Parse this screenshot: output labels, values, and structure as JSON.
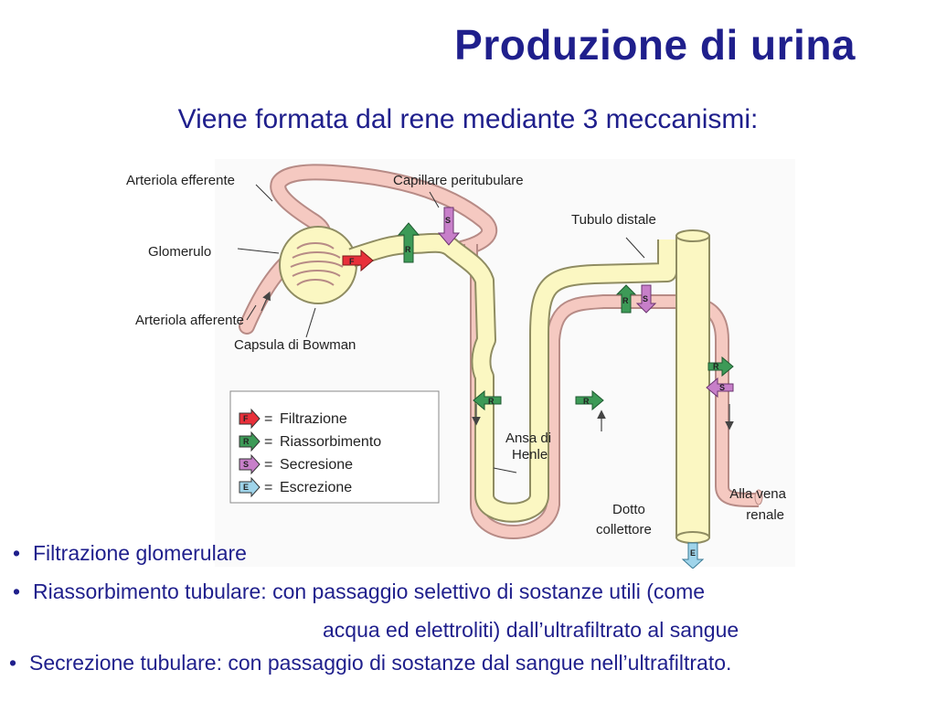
{
  "title": "Produzione di urina",
  "subtitle": "Viene formata dal rene mediante 3 meccanismi:",
  "diagram": {
    "labels": {
      "arteriola_efferente": "Arteriola efferente",
      "capillare_peritubulare": "Capillare peritubulare",
      "tubulo_distale": "Tubulo distale",
      "glomerulo": "Glomerulo",
      "arteriola_afferente": "Arteriola afferente",
      "capsula_bowman": "Capsula di Bowman",
      "ansa_henle_1": "Ansa di",
      "ansa_henle_2": "Henle",
      "dotto_1": "Dotto",
      "dotto_2": "collettore",
      "vena_1": "Alla vena",
      "vena_2": "renale"
    },
    "legend": [
      {
        "letter": "F",
        "label": "Filtrazione",
        "color": "#e8303a"
      },
      {
        "letter": "R",
        "label": "Riassorbimento",
        "color": "#3d9a57"
      },
      {
        "letter": "S",
        "label": "Secresione",
        "color": "#c77fc9"
      },
      {
        "letter": "E",
        "label": "Escrezione",
        "color": "#9fd4ea"
      }
    ],
    "tags": {
      "F": "F",
      "R": "R",
      "S": "S",
      "E": "E"
    },
    "colors": {
      "vessel": "#f5c9c1",
      "vessel_edge": "#b78b86",
      "tubule": "#fbf7c2",
      "tubule_edge": "#8f8c62"
    }
  },
  "bullets": [
    "Filtrazione glomerulare",
    "Riassorbimento tubulare: con passaggio selettivo di sostanze utili (come",
    "acqua ed elettroliti) dall’ultrafiltrato al sangue",
    "Secrezione tubulare: con passaggio di sostanze dal sangue nell’ultrafiltrato."
  ],
  "bullet_symbol": "•"
}
